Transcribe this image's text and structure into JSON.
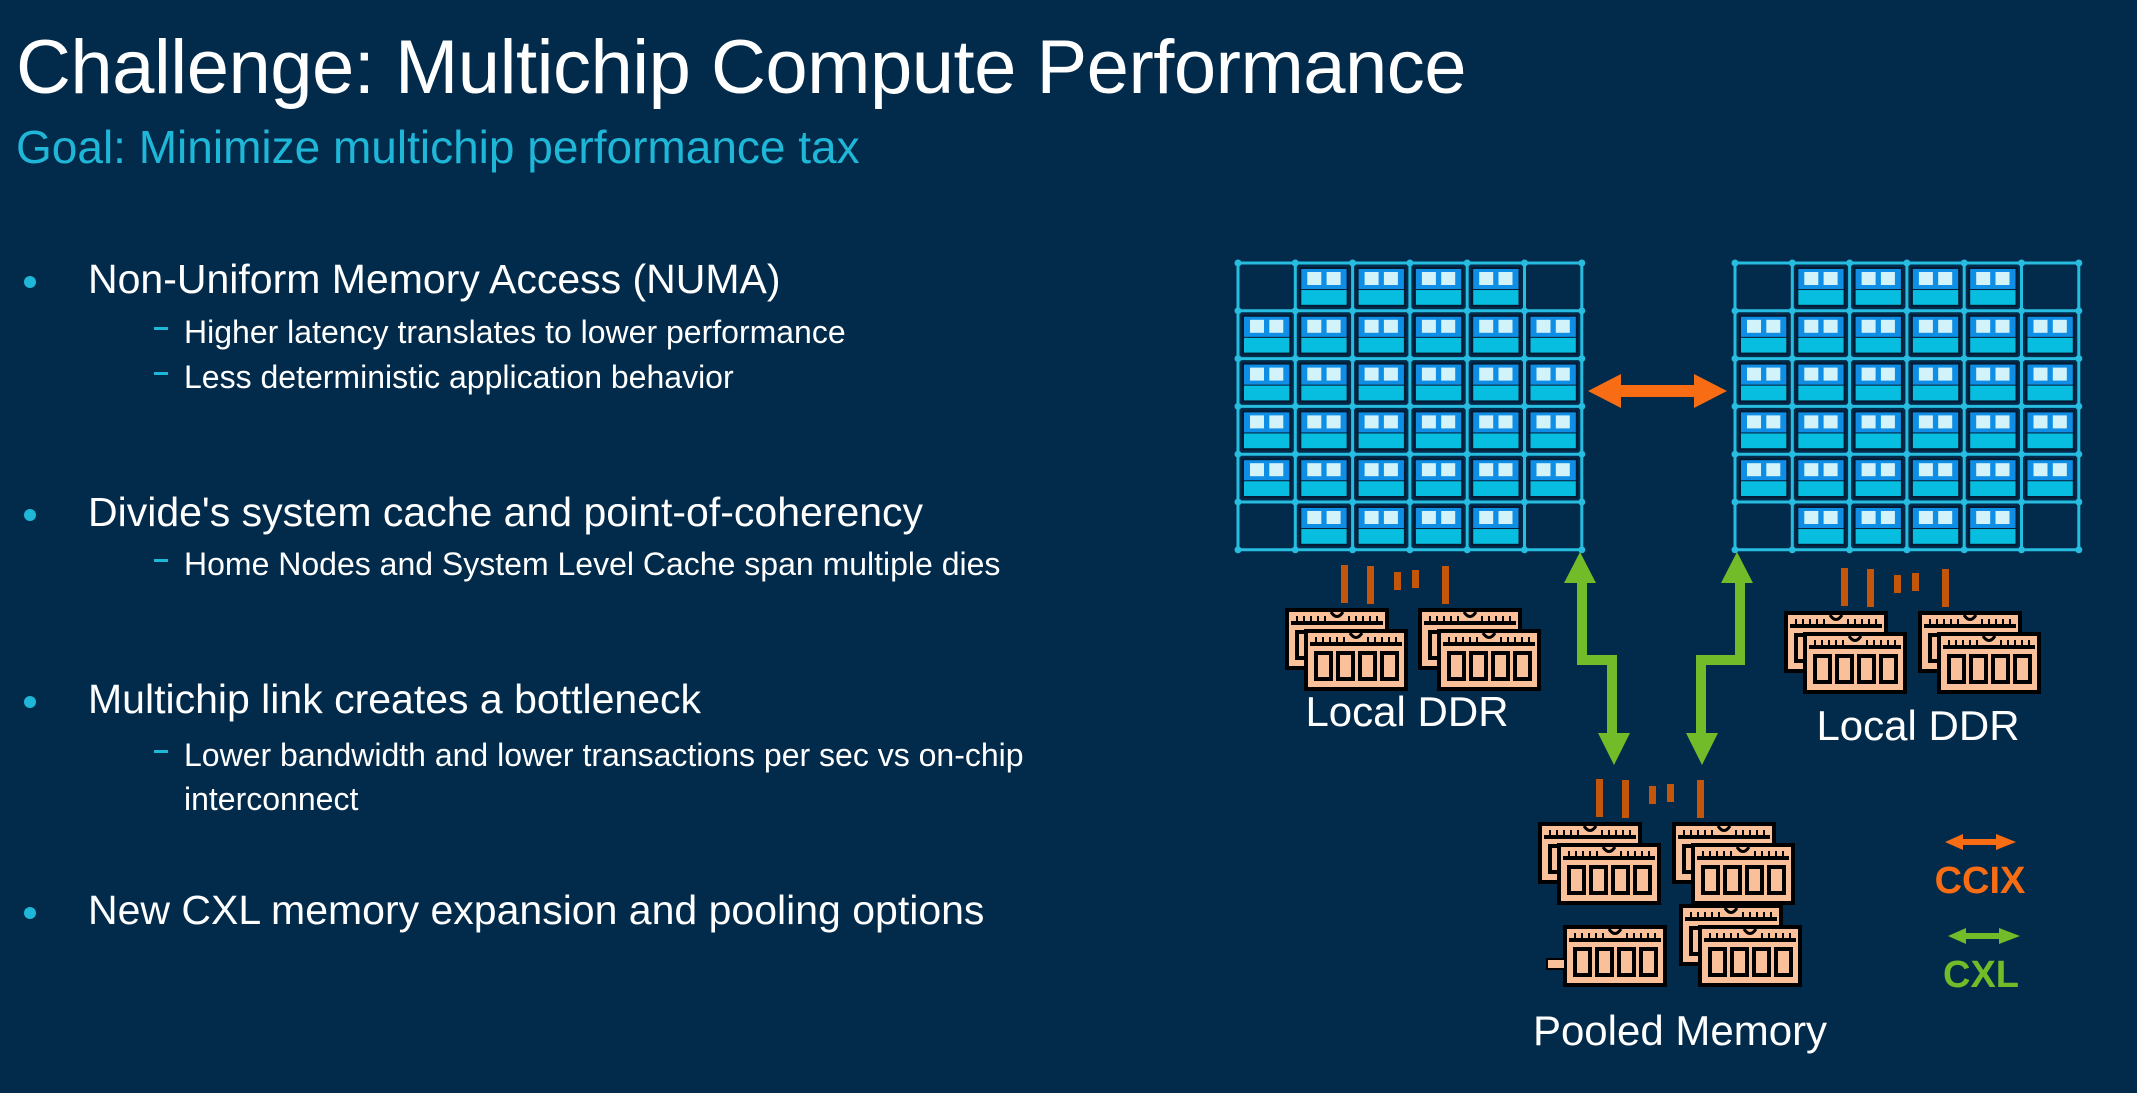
{
  "slide": {
    "title": "Challenge: Multichip Compute Performance",
    "subtitle": "Goal: Minimize multichip performance tax"
  },
  "bullets": [
    {
      "text": "Non-Uniform Memory Access (NUMA)",
      "subs": [
        "Higher latency translates to lower performance",
        "Less deterministic application behavior"
      ]
    },
    {
      "text": "Divide's system cache and point-of-coherency",
      "subs": [
        "Home Nodes and System Level Cache span multiple dies"
      ]
    },
    {
      "text": "Multichip link creates a bottleneck",
      "subs": [
        "Lower bandwidth and lower transactions per sec vs on-chip interconnect"
      ],
      "sub_lines": [
        "Lower bandwidth and lower transactions per sec vs on-chip",
        "interconnect"
      ]
    },
    {
      "text": "New CXL memory expansion and pooling options",
      "subs": []
    }
  ],
  "diagram": {
    "chips": [
      {
        "name": "chip-left",
        "grid": "6x6",
        "empty_corners": true
      },
      {
        "name": "chip-right",
        "grid": "6x6",
        "empty_corners": true
      }
    ],
    "labels": {
      "local_ddr_left": "Local DDR",
      "local_ddr_right": "Local DDR",
      "pooled_memory": "Pooled Memory"
    },
    "links": [
      {
        "from": "chip-left",
        "to": "chip-right",
        "type": "CCIX"
      },
      {
        "from": "chip-left",
        "to": "pooled-memory",
        "type": "CXL"
      },
      {
        "from": "chip-right",
        "to": "pooled-memory",
        "type": "CXL"
      }
    ],
    "legend": [
      {
        "label": "CCIX",
        "color": "#f86d14"
      },
      {
        "label": "CXL",
        "color": "#72bb29"
      }
    ]
  },
  "colors": {
    "background": "#022a4a",
    "accent": "#1fb7d8",
    "grid_line": "#27bde0",
    "core_top": "#0f8ee6",
    "core_bottom": "#07bde0",
    "core_window": "#d3f3fb",
    "ccix": "#f86d14",
    "cxl": "#72bb29",
    "dimm_fill": "#f9c09a",
    "dimm_pin": "#c4560c"
  }
}
